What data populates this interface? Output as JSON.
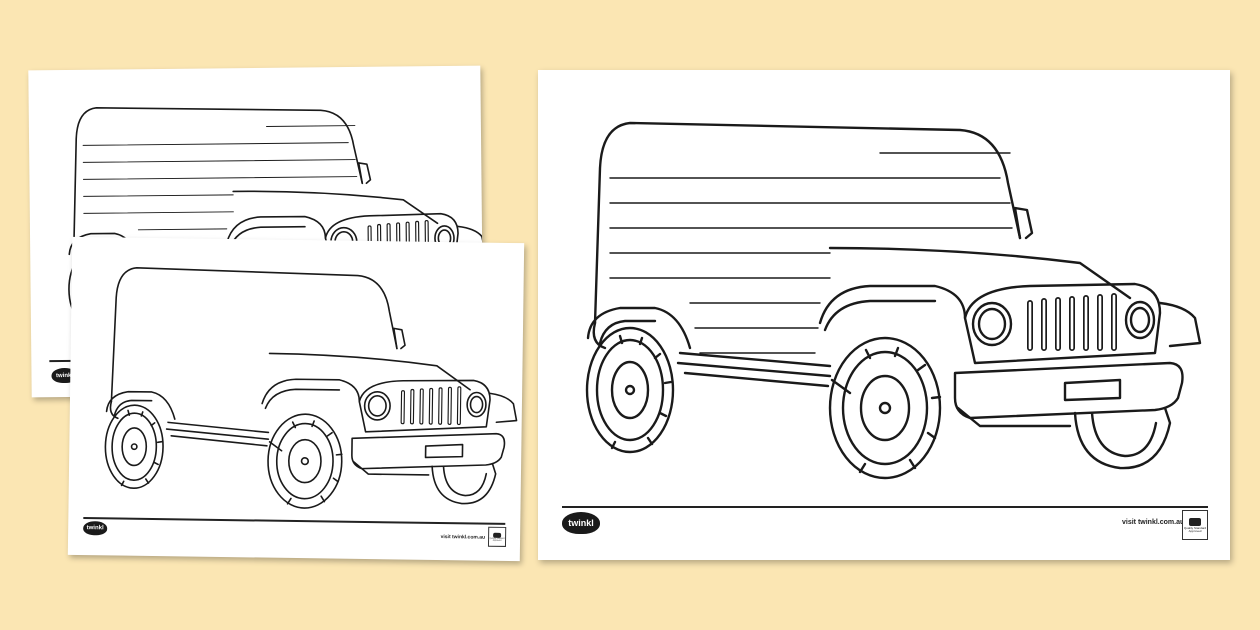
{
  "background_color": "#fbe6b3",
  "sheet_color": "#ffffff",
  "line_color": "#1a1a1a",
  "brand": {
    "logo_text": "twinkl",
    "visit_text": "visit twinkl.com.au",
    "visit_text_small": "visit twinkl.com.au",
    "badge_lines": [
      "Quality Standard",
      "Approved"
    ]
  },
  "sheets": [
    {
      "name": "back-sheet-lined",
      "vehicle": "jeep-outline-with-writing-lines"
    },
    {
      "name": "middle-sheet-blank",
      "vehicle": "jeep-outline-blank"
    },
    {
      "name": "front-sheet-lined",
      "vehicle": "jeep-outline-with-writing-lines"
    }
  ],
  "icons": [
    "twinkl-logo-icon",
    "quality-badge-icon",
    "jeep-drawing-icon"
  ]
}
